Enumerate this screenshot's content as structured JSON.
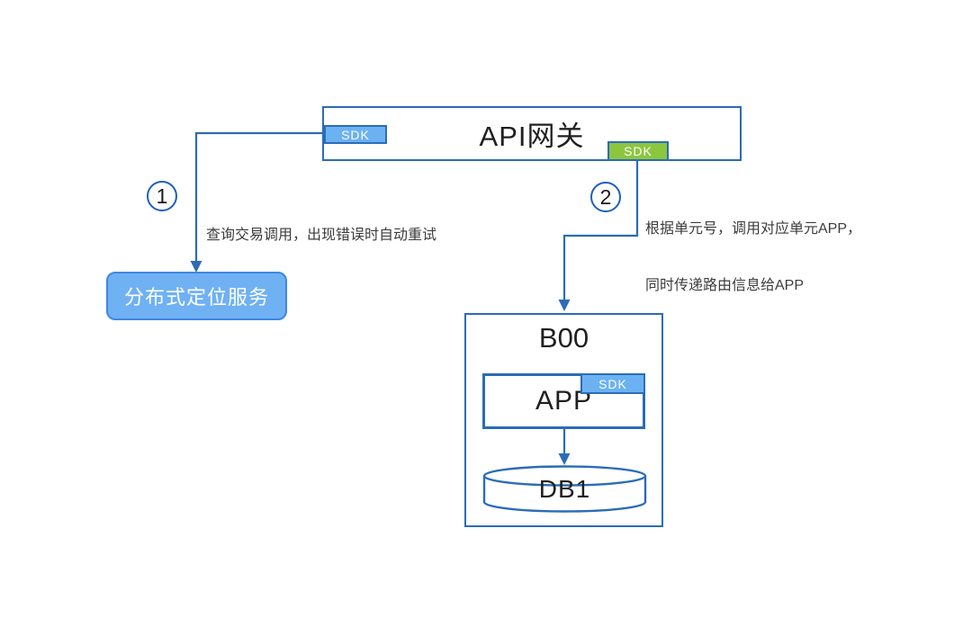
{
  "diagram": {
    "gateway": {
      "label": "API网关",
      "sdk_left_label": "SDK",
      "sdk_right_label": "SDK"
    },
    "steps": [
      {
        "number": "1",
        "line1": "查询交易调用，出现错误时自动重试",
        "line2": ""
      },
      {
        "number": "2",
        "line1": "根据单元号，调用对应单元APP，",
        "line2": "同时传递路由信息给APP"
      }
    ],
    "service_box": {
      "label": "分布式定位服务"
    },
    "unit": {
      "label": "B00",
      "app_label": "APP",
      "app_sdk_label": "SDK",
      "db_label": "DB1"
    },
    "colors": {
      "line_blue": "#2B6CB8",
      "sdk_blue_fill": "#6CB2F2",
      "sdk_green_fill": "#8CC63F",
      "service_fill": "#6FB1F3",
      "service_border": "#3E86E8",
      "text_dark": "#1f1f1f",
      "text_gray": "#3c3c3c"
    }
  }
}
